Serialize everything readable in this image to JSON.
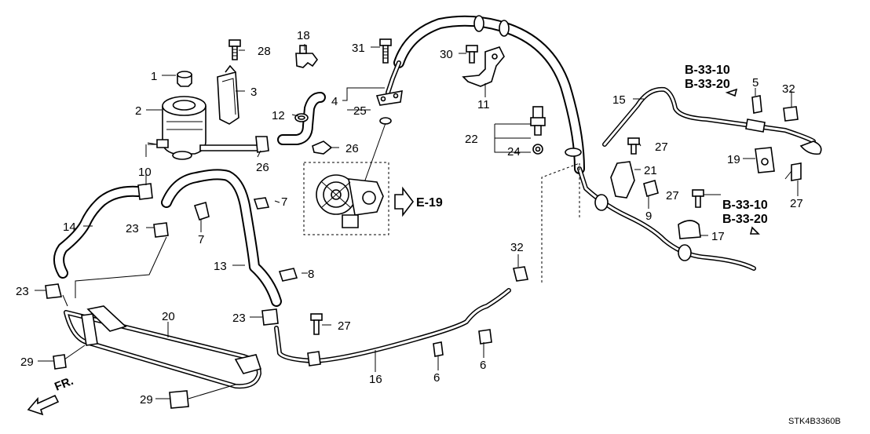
{
  "diagram": {
    "callouts": {
      "c1": "1",
      "c2": "2",
      "c3": "3",
      "c4": "4",
      "c5": "5",
      "c6a": "6",
      "c6b": "6",
      "c7a": "7",
      "c7b": "7",
      "c8": "8",
      "c9": "9",
      "c10": "10",
      "c11": "11",
      "c12": "12",
      "c13": "13",
      "c14": "14",
      "c15": "15",
      "c16": "16",
      "c17": "17",
      "c18": "18",
      "c19": "19",
      "c20": "20",
      "c21": "21",
      "c22": "22",
      "c23a": "23",
      "c23b": "23",
      "c23c": "23",
      "c24": "24",
      "c25": "25",
      "c26a": "26",
      "c26b": "26",
      "c27a": "27",
      "c27b": "27",
      "c27c": "27",
      "c27d": "27",
      "c28": "28",
      "c29a": "29",
      "c29b": "29",
      "c30": "30",
      "c31": "31",
      "c32a": "32",
      "c32b": "32"
    },
    "references": {
      "b3310_top": "B-33-10",
      "b3320_top": "B-33-20",
      "b3310_bottom": "B-33-10",
      "b3320_bottom": "B-33-20",
      "e19": "E-19"
    },
    "front_label": "FR.",
    "diagram_code": "STK4B3360B"
  }
}
